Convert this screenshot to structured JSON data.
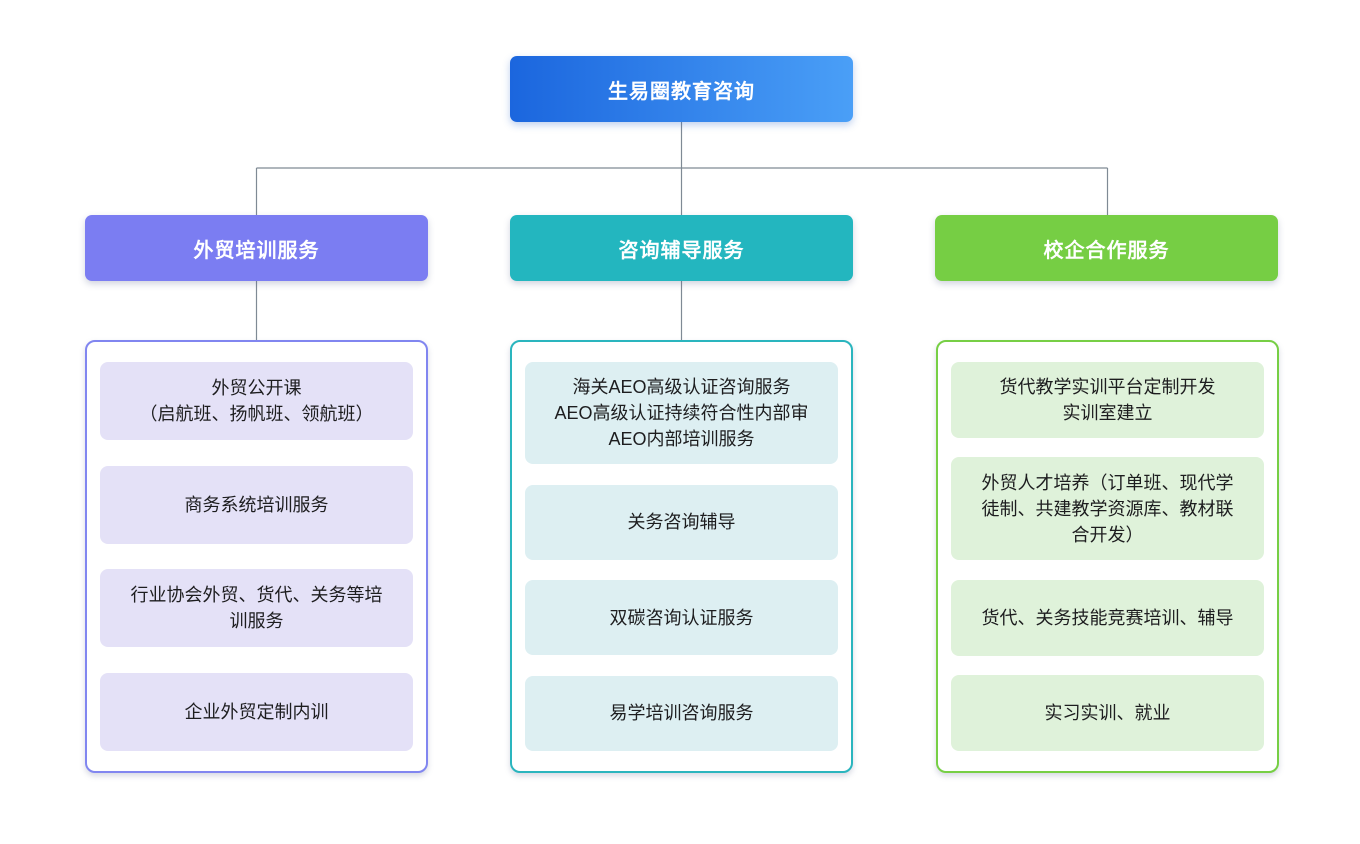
{
  "page": {
    "background": "#ffffff"
  },
  "connectors": {
    "color": "#7f8a95"
  },
  "root_node": {
    "label": "生易圈教育咨询",
    "gradient_start": "#1b66de",
    "gradient_end": "#4a9ff7",
    "gradient_css": "linear-gradient(90deg, #1b66de, #4a9ff7)"
  },
  "branches": [
    {
      "header": "外贸培训服务",
      "color": "#7b7df2",
      "border_color": "#8186f0",
      "item_bg": "#e4e1f7",
      "items": [
        {
          "text": "外贸公开课\n（启航班、扬帆班、领航班）"
        },
        {
          "text": "商务系统培训服务"
        },
        {
          "text": "行业协会外贸、货代、关务等培训服务"
        },
        {
          "text": "企业外贸定制内训"
        }
      ]
    },
    {
      "header": "咨询辅导服务",
      "color": "#23b6bf",
      "border_color": "#2ab5be",
      "item_bg": "#ddeff2",
      "items": [
        {
          "text": "海关AEO高级认证咨询服务\nAEO高级认证持续符合性内部审\nAEO内部培训服务"
        },
        {
          "text": "关务咨询辅导"
        },
        {
          "text": "双碳咨询认证服务"
        },
        {
          "text": "易学培训咨询服务"
        }
      ]
    },
    {
      "header": "校企合作服务",
      "color": "#76ce44",
      "border_color": "#77cf45",
      "item_bg": "#dff2da",
      "items": [
        {
          "text": "货代教学实训平台定制开发\n实训室建立"
        },
        {
          "text": "外贸人才培养（订单班、现代学徒制、共建教学资源库、教材联合开发）"
        },
        {
          "text": "货代、关务技能竞赛培训、辅导"
        },
        {
          "text": "实习实训、就业"
        }
      ]
    }
  ]
}
